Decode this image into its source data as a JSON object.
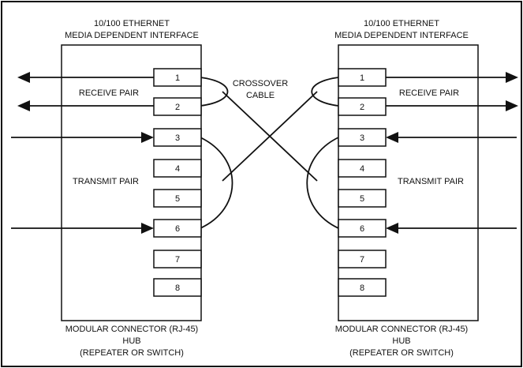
{
  "left_hub": {
    "header": [
      "10/100 ETHERNET",
      "MEDIA DEPENDENT INTERFACE"
    ],
    "footer": [
      "MODULAR CONNECTOR (RJ-45)",
      "HUB",
      "(REPEATER OR SWITCH)"
    ],
    "receive_label": "RECEIVE PAIR",
    "transmit_label": "TRANSMIT PAIR",
    "pins": [
      "1",
      "2",
      "3",
      "4",
      "5",
      "6",
      "7",
      "8"
    ]
  },
  "right_hub": {
    "header": [
      "10/100 ETHERNET",
      "MEDIA DEPENDENT INTERFACE"
    ],
    "footer": [
      "MODULAR CONNECTOR (RJ-45)",
      "HUB",
      "(REPEATER OR SWITCH)"
    ],
    "receive_label": "RECEIVE PAIR",
    "transmit_label": "TRANSMIT PAIR",
    "pins": [
      "1",
      "2",
      "3",
      "4",
      "5",
      "6",
      "7",
      "8"
    ]
  },
  "crossover_label": [
    "CROSSOVER",
    "CABLE"
  ],
  "colors": {
    "line": "#111111",
    "background": "#ffffff"
  }
}
